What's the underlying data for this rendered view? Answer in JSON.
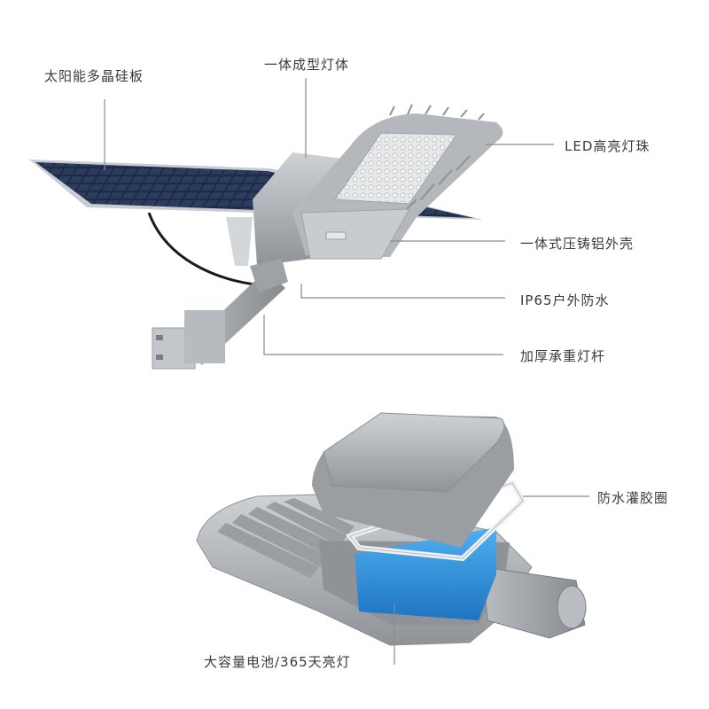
{
  "labels": {
    "solar_panel": "太阳能多晶硅板",
    "lamp_body": "一体成型灯体",
    "led_beads": "LED高亮灯珠",
    "housing": "一体式压铸铝外壳",
    "waterproof": "IP65户外防水",
    "pole": "加厚承重灯杆",
    "gasket": "防水灌胶圈",
    "battery": "大容量电池/365天亮灯"
  },
  "colors": {
    "leader_line": "#8a8a8a",
    "text": "#3a3a3a",
    "aluminum": "#a9acb0",
    "solar_cell": "#1d2a44",
    "battery": "#2f8fd8"
  }
}
